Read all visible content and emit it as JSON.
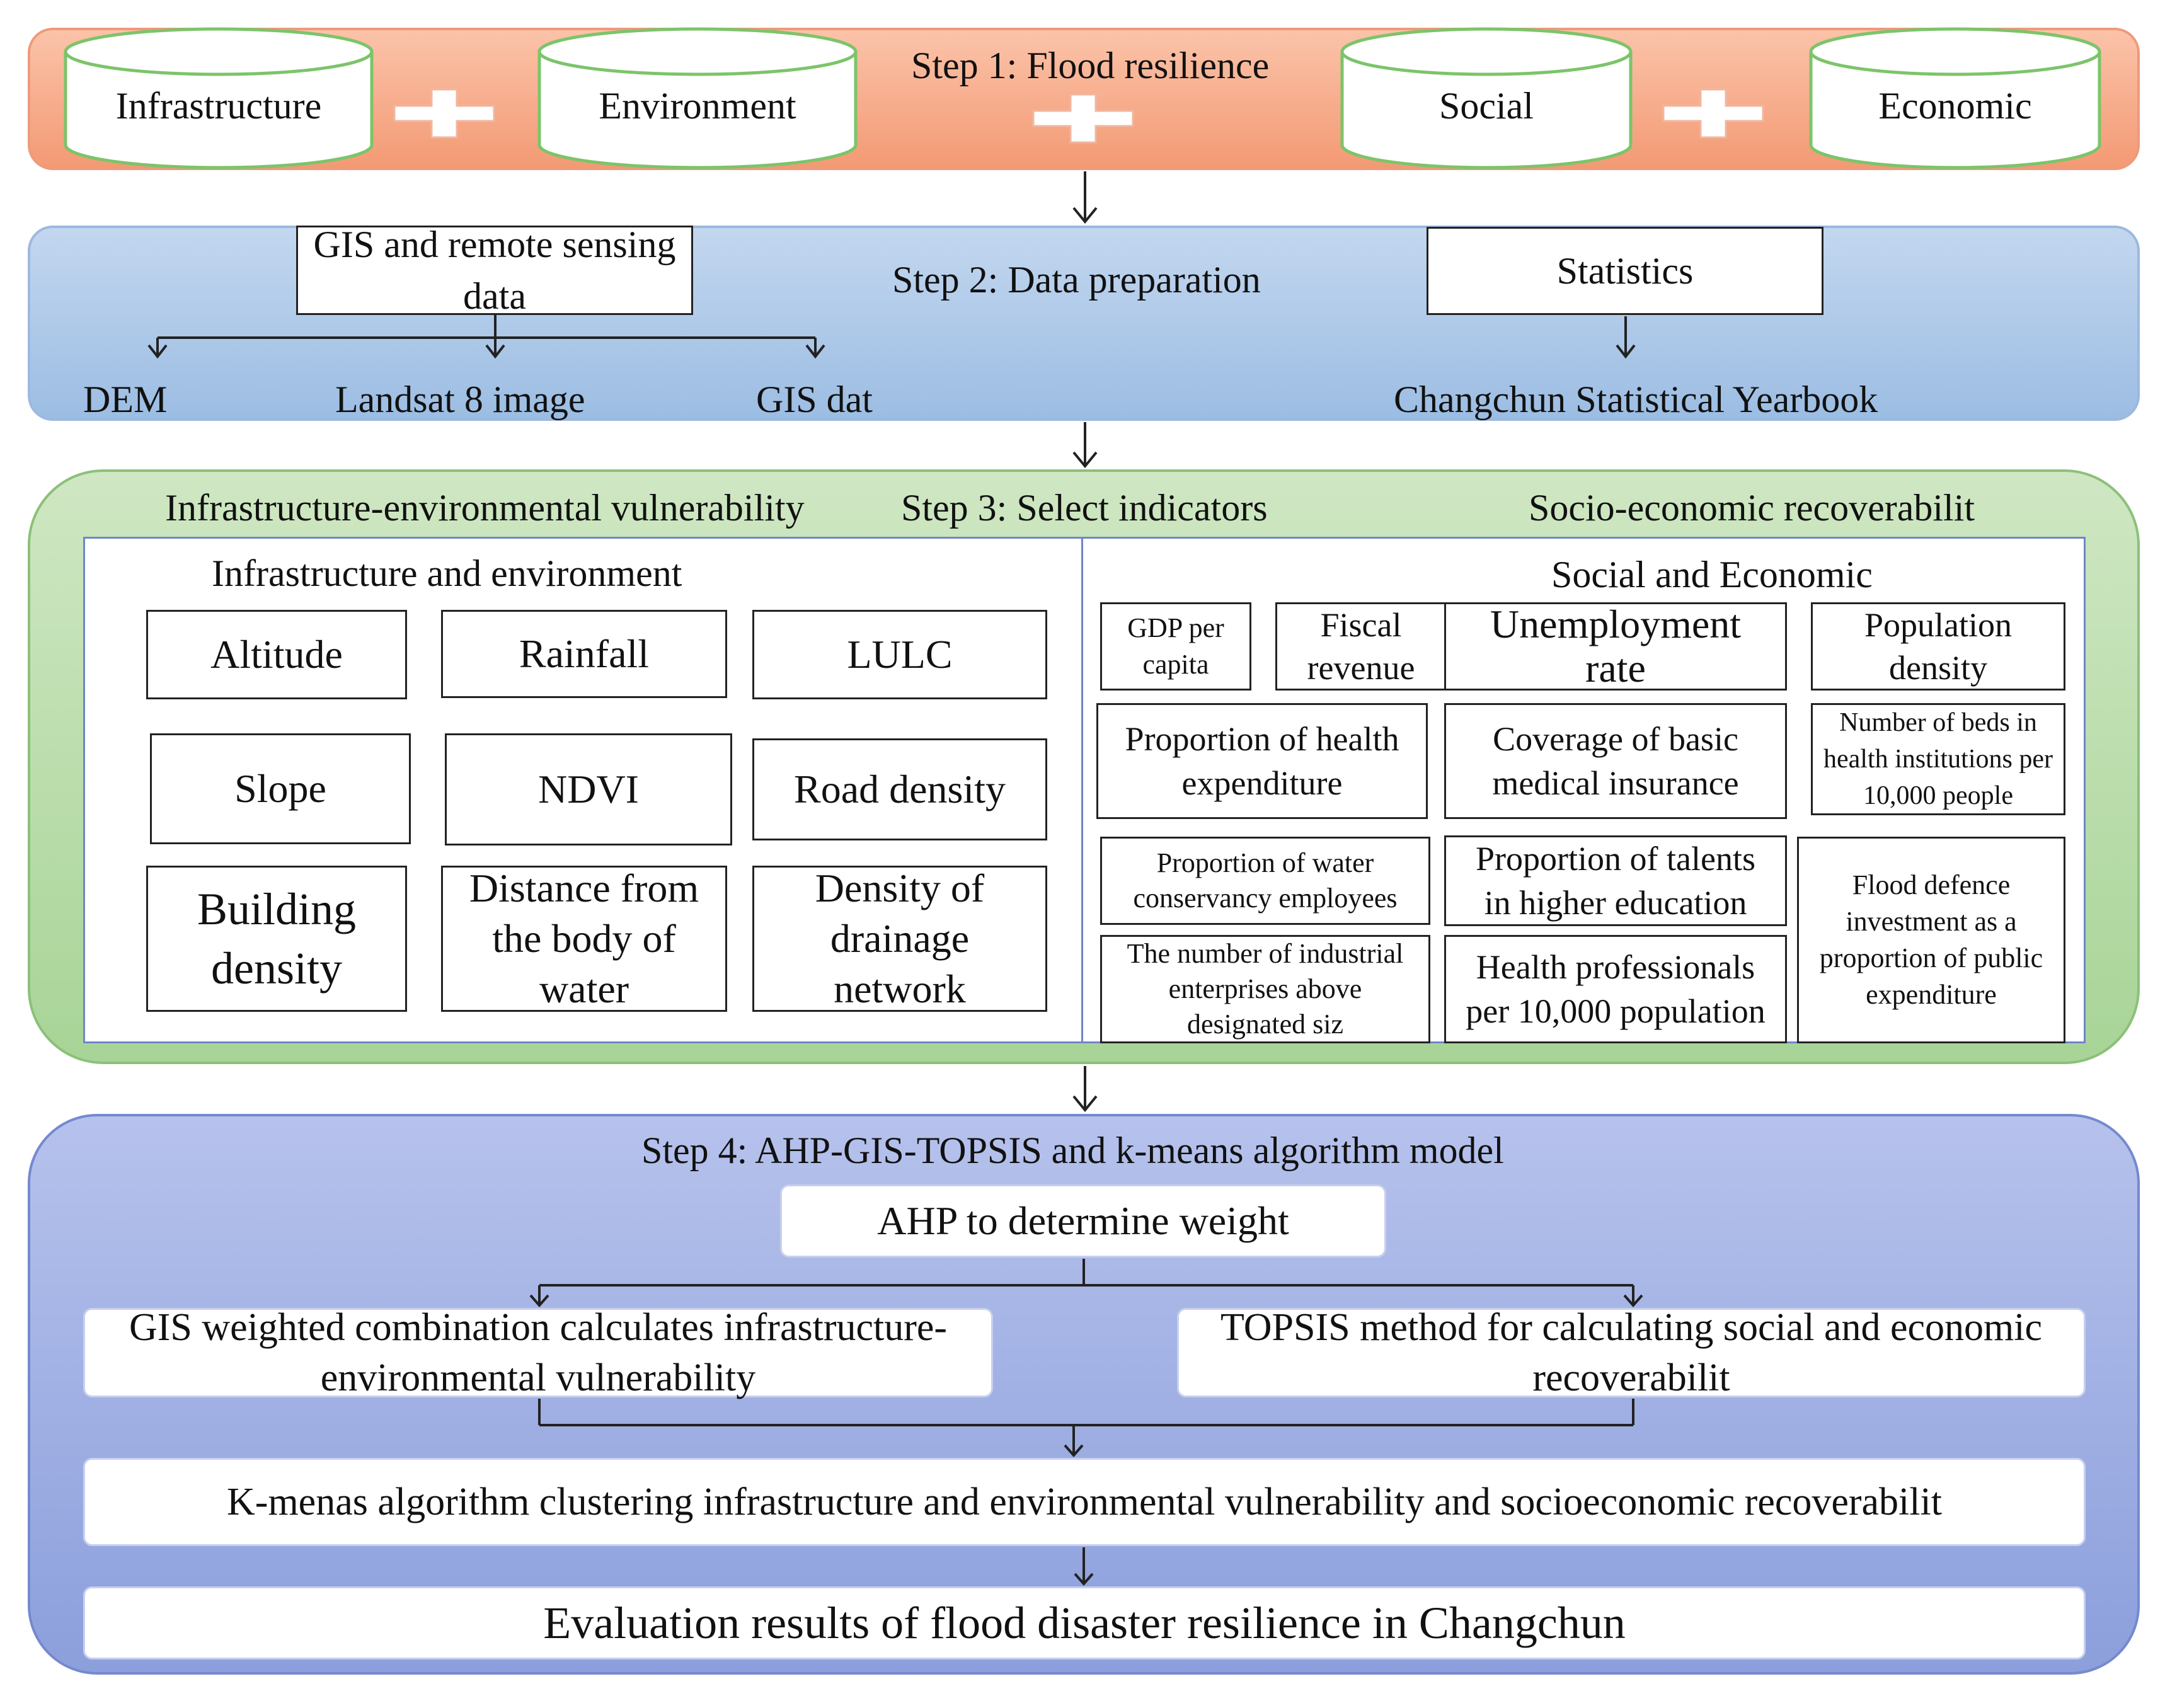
{
  "step1": {
    "title": "Step 1: Flood resilience",
    "cylinders": [
      "Infrastructure",
      "Environment",
      "Social",
      "Economic"
    ]
  },
  "step2": {
    "title": "Step 2: Data preparation",
    "gis_box": "GIS and remote sensing data",
    "stats_box": "Statistics",
    "outputs": [
      "DEM",
      "Landsat 8 image",
      "GIS dat"
    ],
    "stats_output": "Changchun Statistical Yearbook"
  },
  "step3": {
    "title": "Step 3: Select indicators",
    "left_header": "Infrastructure-environmental vulnerability",
    "right_header": "Socio-economic recoverabilit",
    "left_sub": "Infrastructure and environment",
    "right_sub": "Social and Economic",
    "left_indicators": [
      "Altitude",
      "Rainfall",
      "LULC",
      "Slope",
      "NDVI",
      "Road density",
      "Building density",
      "Distance from the body of water",
      "Density of drainage network"
    ],
    "right_indicators": [
      "GDP per capita",
      "Fiscal revenue",
      "Unemployment rate",
      "Population density",
      "Proportion of health expenditure",
      "Coverage of basic medical insurance",
      "Number of beds in health institutions per 10,000 people",
      "Proportion of water conservancy employees",
      "Proportion of talents in higher education",
      "Flood defence investment as a proportion of public expenditure",
      "The number of industrial enterprises above designated siz",
      "Health professionals per 10,000 population"
    ]
  },
  "step4": {
    "title": "Step 4: AHP-GIS-TOPSIS and k-means algorithm model",
    "ahp": "AHP to determine weight",
    "gis_weighted": "GIS weighted combination calculates infrastructure-environmental vulnerability",
    "topsis": "TOPSIS method for calculating social and economic recoverabilit",
    "kmeans": "K-menas algorithm clustering infrastructure and environmental vulnerability and socioeconomic recoverabilit",
    "result": "Evaluation results of flood disaster resilience in Changchun"
  },
  "colors": {
    "step1": "#f39a74",
    "step2": "#9cbde3",
    "step3": "#a8d497",
    "step4": "#8c9fdc",
    "cylinder_border": "#7cc46a"
  }
}
